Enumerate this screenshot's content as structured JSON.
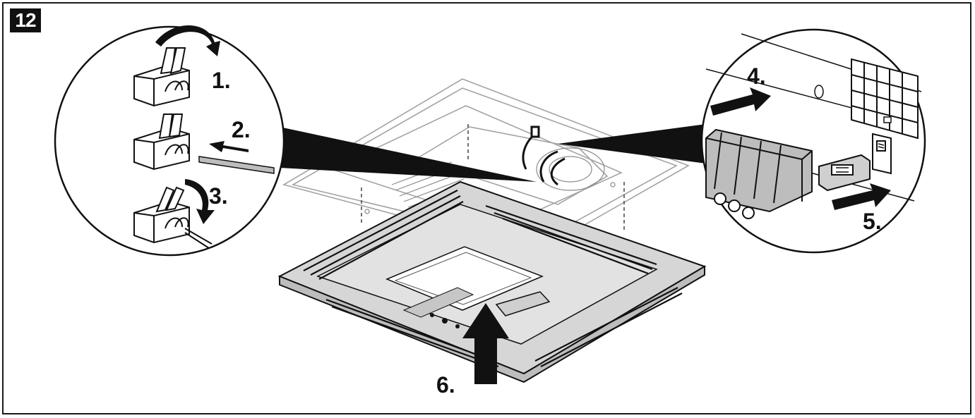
{
  "figure": {
    "number": "12",
    "steps": {
      "s1": "1.",
      "s2": "2.",
      "s3": "3.",
      "s4": "4.",
      "s5": "5.",
      "s6": "6."
    }
  },
  "colors": {
    "ink": "#111111",
    "panel_fill": "#d9d9d9",
    "panel_dark": "#bdbdbd",
    "ceiling_line": "#9a9a9a"
  },
  "icons": [
    "lever-connector-icon",
    "arrow-icon",
    "plug-connector-icon",
    "socket-icon"
  ]
}
